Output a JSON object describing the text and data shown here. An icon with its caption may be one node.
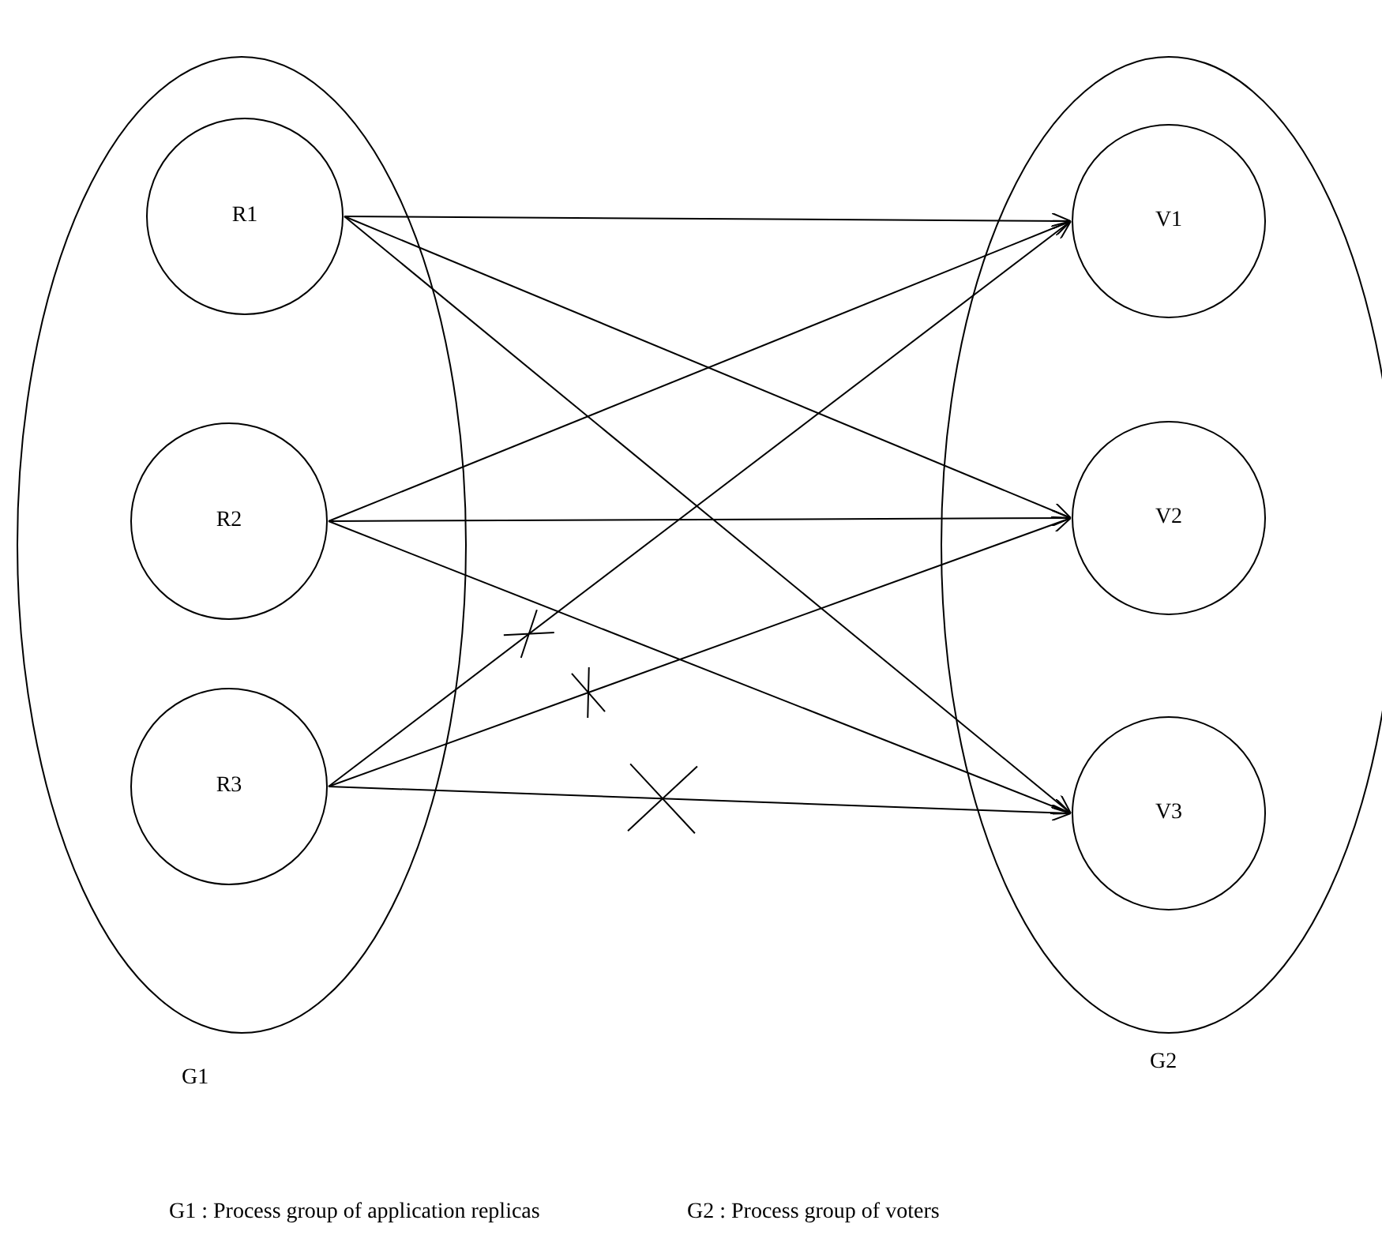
{
  "diagram": {
    "nodes": [
      {
        "text": [
          "G1"
        ]
      },
      {
        "text": [
          "R1"
        ],
        "in": 0
      },
      {
        "text": [
          "R2"
        ],
        "in": 0
      },
      {
        "text": [
          "R3"
        ],
        "in": 0
      },
      {
        "text": [
          "G2"
        ]
      },
      {
        "text": [
          "V1"
        ],
        "in": 4
      },
      {
        "text": [
          "V2"
        ],
        "in": 4
      },
      {
        "text": [
          "V3"
        ],
        "in": 4
      }
    ],
    "edges": [
      {
        "from": 1,
        "to": 5,
        "arrow": "to"
      },
      {
        "from": 1,
        "to": 6,
        "arrow": "to"
      },
      {
        "from": 1,
        "to": 7,
        "arrow": "to"
      },
      {
        "from": 2,
        "to": 5,
        "arrow": "to"
      },
      {
        "from": 2,
        "to": 6,
        "arrow": "to"
      },
      {
        "from": 2,
        "to": 7,
        "arrow": "to"
      },
      {
        "from": 3,
        "to": 5,
        "arrow": "to"
      },
      {
        "from": 3,
        "to": 6,
        "arrow": "to"
      },
      {
        "from": 3,
        "to": 7,
        "arrow": "to"
      }
    ],
    "labels": [
      "G1 : Process group of application replicas",
      "G2 : Process group of voters"
    ]
  }
}
